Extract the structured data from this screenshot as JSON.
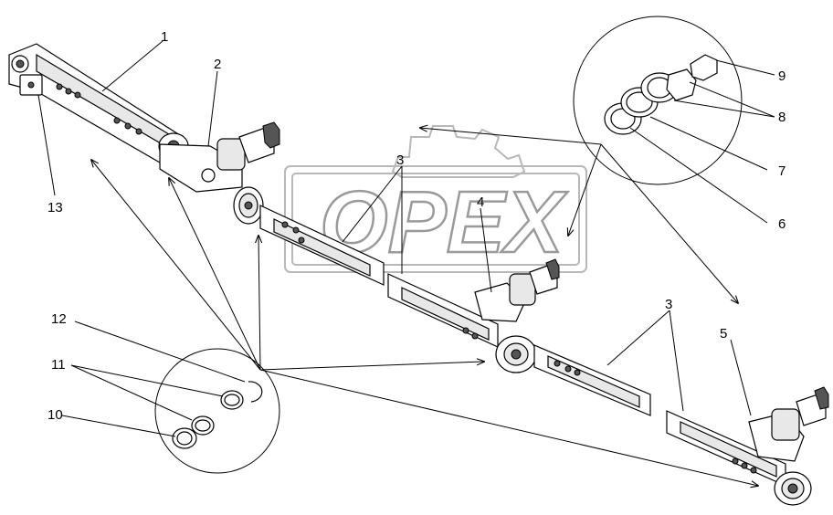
{
  "watermark": {
    "text": "OPEX"
  },
  "callouts": [
    {
      "id": "1",
      "label": "1"
    },
    {
      "id": "2",
      "label": "2"
    },
    {
      "id": "3",
      "label": "3"
    },
    {
      "id": "4",
      "label": "4"
    },
    {
      "id": "5",
      "label": "5"
    },
    {
      "id": "6",
      "label": "6"
    },
    {
      "id": "7",
      "label": "7"
    },
    {
      "id": "8",
      "label": "8"
    },
    {
      "id": "9",
      "label": "9"
    },
    {
      "id": "10",
      "label": "10"
    },
    {
      "id": "11",
      "label": "11"
    },
    {
      "id": "12",
      "label": "12"
    },
    {
      "id": "13",
      "label": "13"
    }
  ]
}
